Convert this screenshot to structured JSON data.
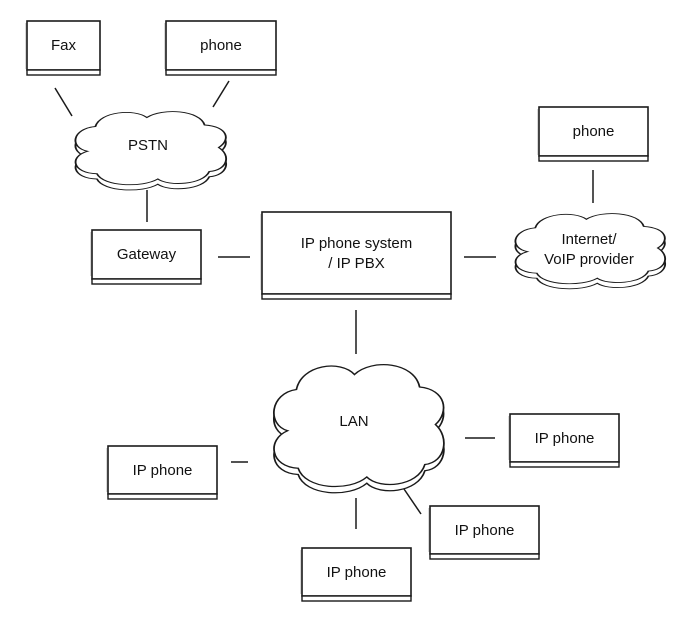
{
  "diagram": {
    "title": "IP phone system network topology",
    "nodes": {
      "fax": {
        "label": "Fax",
        "type": "device"
      },
      "pstn_phone": {
        "label": "phone",
        "type": "device"
      },
      "pstn": {
        "label": "PSTN",
        "type": "cloud"
      },
      "gateway": {
        "label": "Gateway",
        "type": "device"
      },
      "pbx": {
        "line1": "IP phone system",
        "line2": "/ IP PBX",
        "type": "device"
      },
      "internet_phone": {
        "label": "phone",
        "type": "device"
      },
      "internet": {
        "line1": "Internet/",
        "line2": "VoIP provider",
        "type": "cloud"
      },
      "lan": {
        "label": "LAN",
        "type": "cloud"
      },
      "ip_phone_left": {
        "label": "IP phone",
        "type": "device"
      },
      "ip_phone_right": {
        "label": "IP phone",
        "type": "device"
      },
      "ip_phone_bottom_right": {
        "label": "IP phone",
        "type": "device"
      },
      "ip_phone_bottom": {
        "label": "IP phone",
        "type": "device"
      }
    },
    "edges": [
      [
        "fax",
        "pstn"
      ],
      [
        "pstn_phone",
        "pstn"
      ],
      [
        "pstn",
        "gateway"
      ],
      [
        "gateway",
        "pbx"
      ],
      [
        "pbx",
        "internet"
      ],
      [
        "internet_phone",
        "internet"
      ],
      [
        "pbx",
        "lan"
      ],
      [
        "lan",
        "ip_phone_left"
      ],
      [
        "lan",
        "ip_phone_right"
      ],
      [
        "lan",
        "ip_phone_bottom_right"
      ],
      [
        "lan",
        "ip_phone_bottom"
      ]
    ]
  }
}
